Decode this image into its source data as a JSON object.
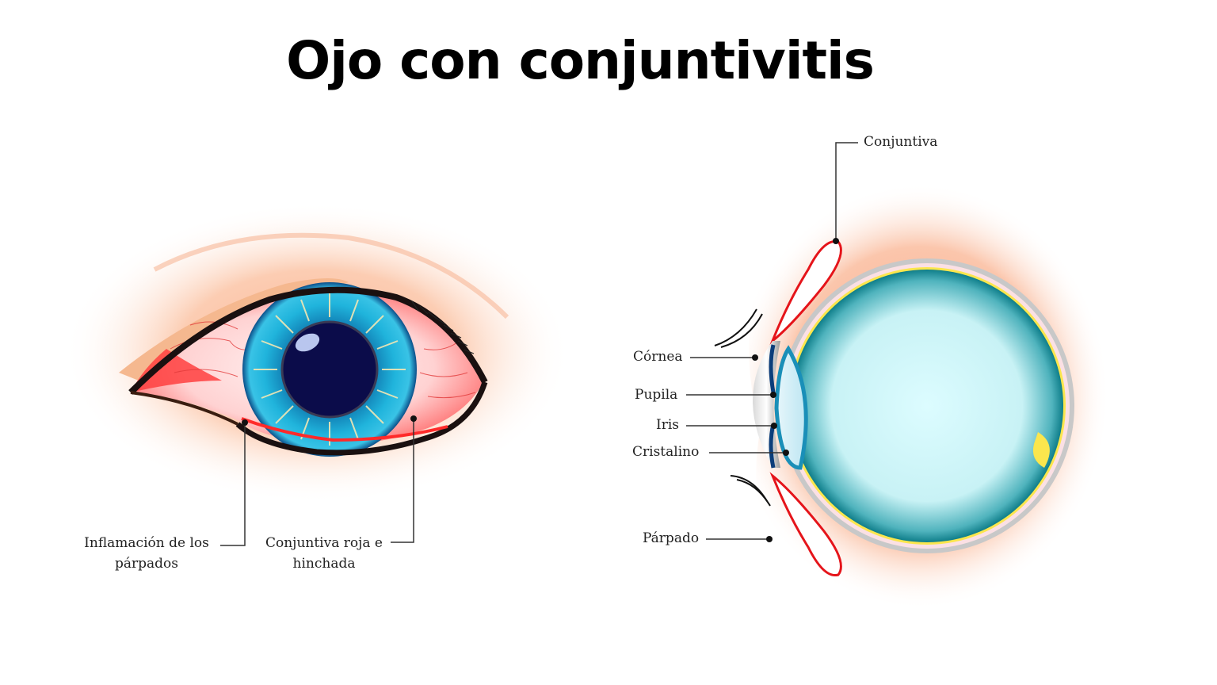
{
  "title": "Ojo con conjuntivitis",
  "left_diagram": {
    "name": "front view of eye with conjunctivitis",
    "labels": [
      {
        "id": "inflamacion",
        "line1": "Inflamación de los",
        "line2": "párpados"
      },
      {
        "id": "conjuntiva_roja",
        "line1": "Conjuntiva roja e",
        "line2": "hinchada"
      }
    ]
  },
  "right_diagram": {
    "name": "side cross-section of eye",
    "labels": [
      {
        "id": "conjuntiva",
        "text": "Conjuntiva"
      },
      {
        "id": "cornea",
        "text": "Córnea"
      },
      {
        "id": "pupila",
        "text": "Pupila"
      },
      {
        "id": "iris",
        "text": "Iris"
      },
      {
        "id": "cristalino",
        "text": "Cristalino"
      },
      {
        "id": "parpado",
        "text": "Párpado"
      }
    ]
  },
  "colors": {
    "skin": "#fbd0b4",
    "skin_glow": "#f7a98a",
    "sclera_red": "#ff4a4a",
    "iris_blue": "#1aa6d6",
    "iris_ring": "#0b4f8a",
    "pupil": "#0b0c4a",
    "vitreous": "#d8fbfd",
    "vitreous_edge": "#0f8a96",
    "conjunctiva_outline": "#e5141a",
    "retina_yellow": "#fbe64d"
  }
}
